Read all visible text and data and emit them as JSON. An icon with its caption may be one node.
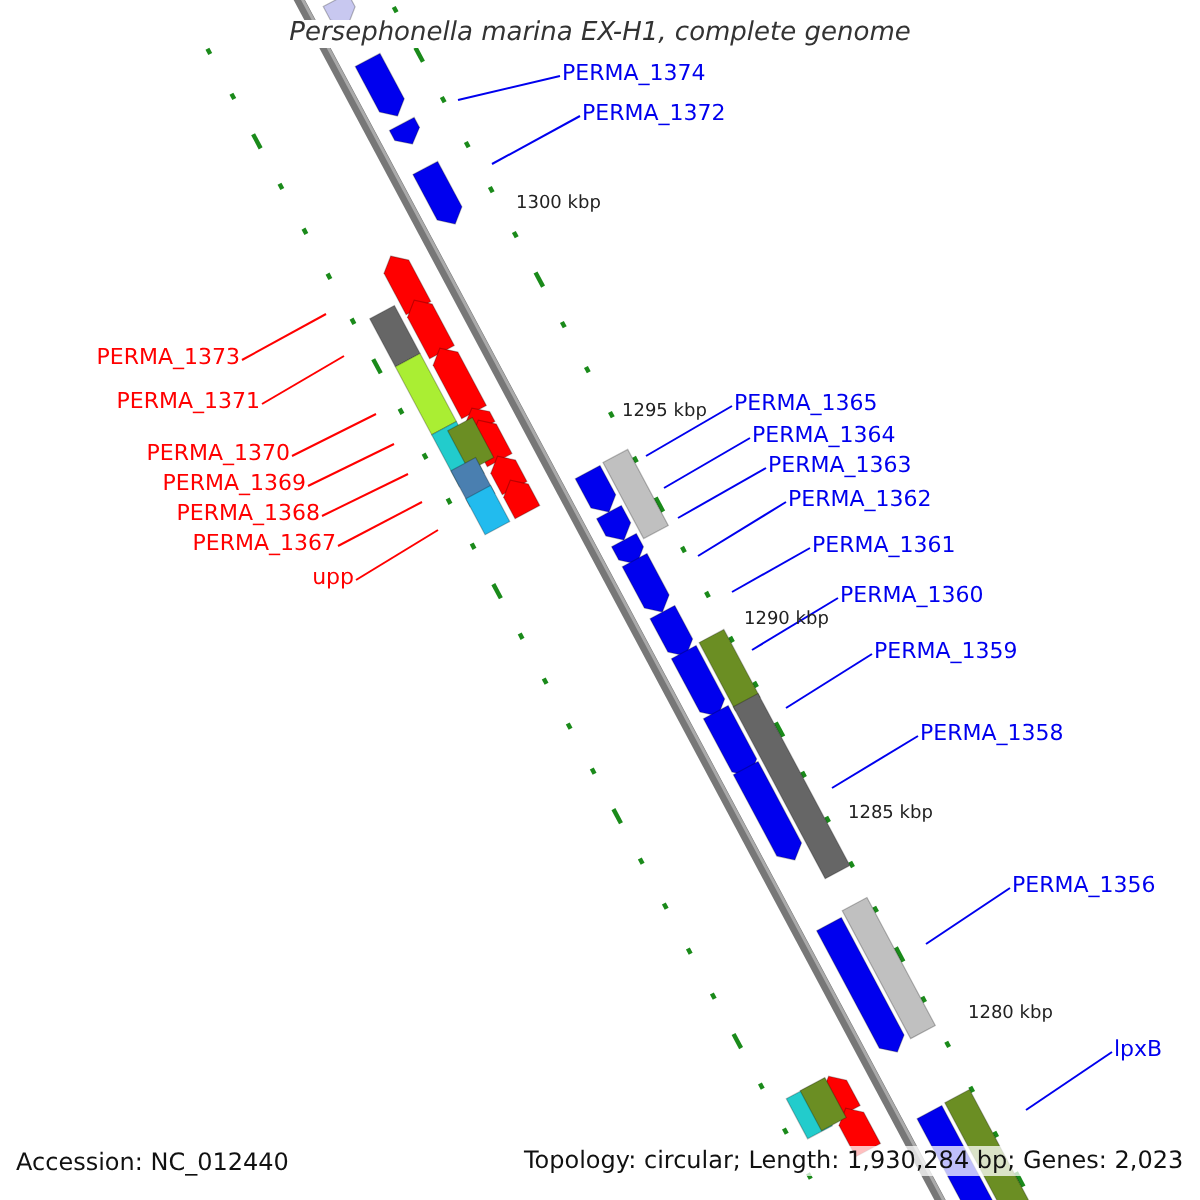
{
  "diagram": {
    "title": "Persephonella marina EX-H1, complete genome",
    "nodes": [
      {
        "text": [
          "PERMA_1374"
        ]
      },
      {
        "text": [
          "PERMA_1372"
        ]
      },
      {
        "text": [
          "PERMA_1373"
        ]
      },
      {
        "text": [
          "PERMA_1371"
        ]
      },
      {
        "text": [
          "PERMA_1370"
        ]
      },
      {
        "text": [
          "PERMA_1369"
        ]
      },
      {
        "text": [
          "PERMA_1368"
        ]
      },
      {
        "text": [
          "PERMA_1367"
        ]
      },
      {
        "text": [
          "upp"
        ]
      },
      {
        "text": [
          "PERMA_1365"
        ]
      },
      {
        "text": [
          "PERMA_1364"
        ]
      },
      {
        "text": [
          "PERMA_1363"
        ]
      },
      {
        "text": [
          "PERMA_1362"
        ]
      },
      {
        "text": [
          "PERMA_1361"
        ]
      },
      {
        "text": [
          "PERMA_1360"
        ]
      },
      {
        "text": [
          "PERMA_1359"
        ]
      },
      {
        "text": [
          "PERMA_1358"
        ]
      },
      {
        "text": [
          "PERMA_1356"
        ]
      },
      {
        "text": [
          "lpxB"
        ]
      }
    ],
    "edges": [
      {
        "from": 0,
        "to": null,
        "arrow": "none"
      },
      {
        "from": 1,
        "to": null,
        "arrow": "none"
      },
      {
        "from": 2,
        "to": null,
        "arrow": "none",
        "color": "#ff0000"
      },
      {
        "from": 3,
        "to": null,
        "arrow": "none",
        "color": "#ff0000"
      },
      {
        "from": 4,
        "to": null,
        "arrow": "none",
        "color": "#ff0000"
      },
      {
        "from": 5,
        "to": null,
        "arrow": "none",
        "color": "#ff0000"
      },
      {
        "from": 6,
        "to": null,
        "arrow": "none",
        "color": "#ff0000"
      },
      {
        "from": 7,
        "to": null,
        "arrow": "none",
        "color": "#ff0000"
      },
      {
        "from": 8,
        "to": null,
        "arrow": "none",
        "color": "#ff0000"
      },
      {
        "from": 9,
        "to": null,
        "arrow": "none"
      },
      {
        "from": 10,
        "to": null,
        "arrow": "none"
      },
      {
        "from": 11,
        "to": null,
        "arrow": "none"
      },
      {
        "from": 12,
        "to": null,
        "arrow": "none"
      },
      {
        "from": 13,
        "to": null,
        "arrow": "none"
      },
      {
        "from": 14,
        "to": null,
        "arrow": "none"
      },
      {
        "from": 15,
        "to": null,
        "arrow": "none"
      },
      {
        "from": 16,
        "to": null,
        "arrow": "none"
      },
      {
        "from": 17,
        "to": null,
        "arrow": "none"
      },
      {
        "from": 18,
        "to": null,
        "arrow": "none"
      }
    ],
    "labels": [
      "1300 kbp",
      "1295 kbp",
      "1290 kbp",
      "1285 kbp",
      "1280 kbp",
      "Accession: NC_012440",
      "Topology: circular; Length: 1,930,284 bp; Genes: 2,023"
    ]
  }
}
